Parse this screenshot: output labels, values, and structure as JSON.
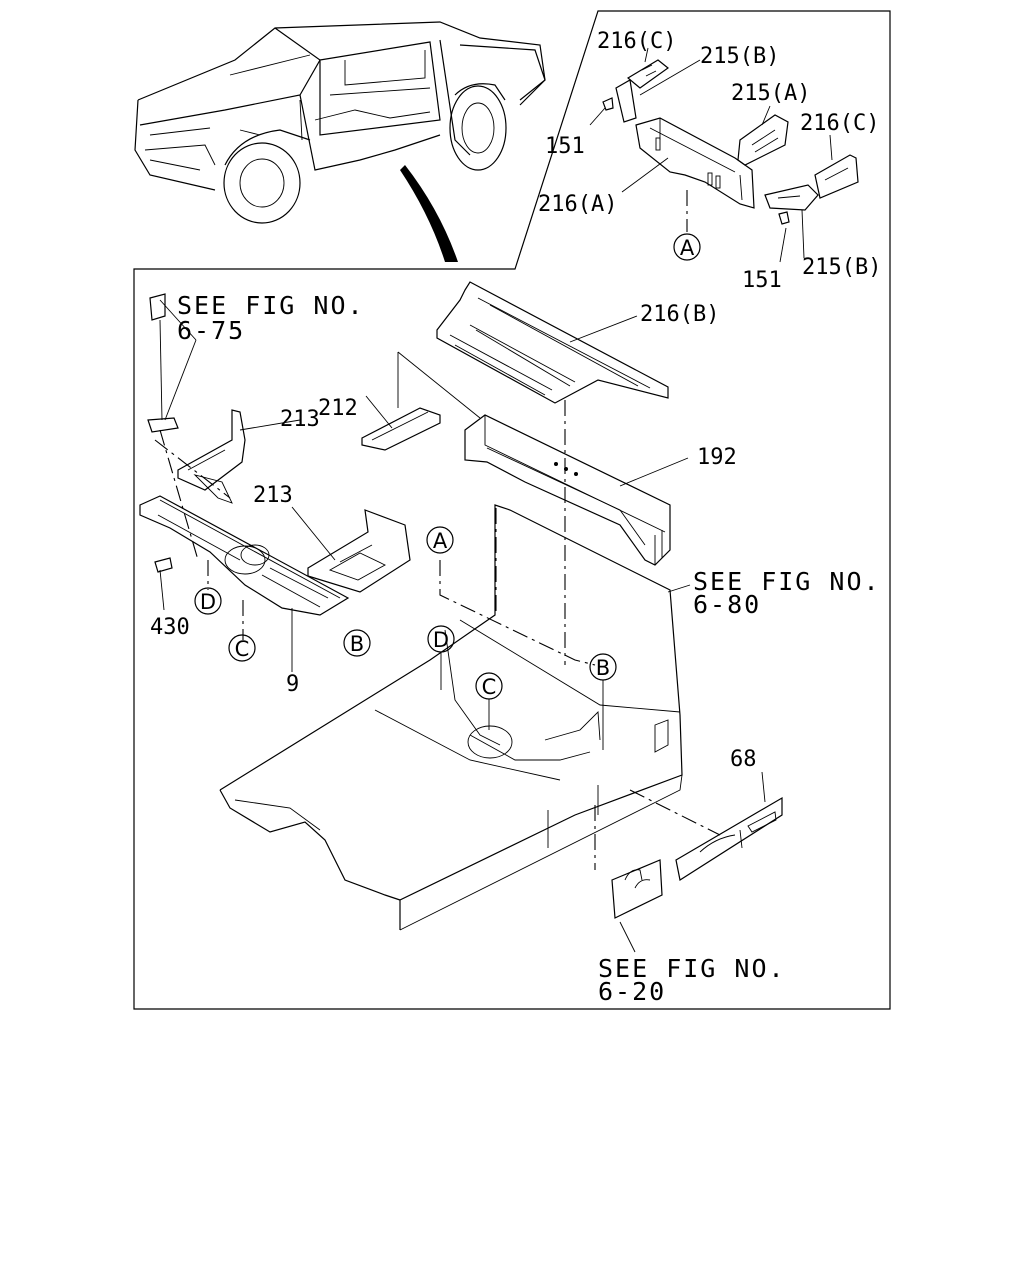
{
  "labels": {
    "l216c_top": "216(C)",
    "l215b_top": "215(B)",
    "l215a": "215(A)",
    "l216c_right": "216(C)",
    "l151_top": "151",
    "l216a": "216(A)",
    "l151_bottom": "151",
    "l215b_bottom": "215(B)",
    "l216b": "216(B)",
    "l212": "212",
    "l213_top": "213",
    "l213_mid": "213",
    "l192": "192",
    "l430": "430",
    "l9": "9",
    "l68": "68"
  },
  "see_fig": {
    "f675_l1": "SEE FIG NO.",
    "f675_l2": "6-75",
    "f680_l1": "SEE FIG NO.",
    "f680_l2": "6-80",
    "f620_l1": "SEE FIG NO.",
    "f620_l2": "6-20"
  },
  "refs": {
    "a": "A",
    "b": "B",
    "c": "C",
    "d": "D"
  }
}
